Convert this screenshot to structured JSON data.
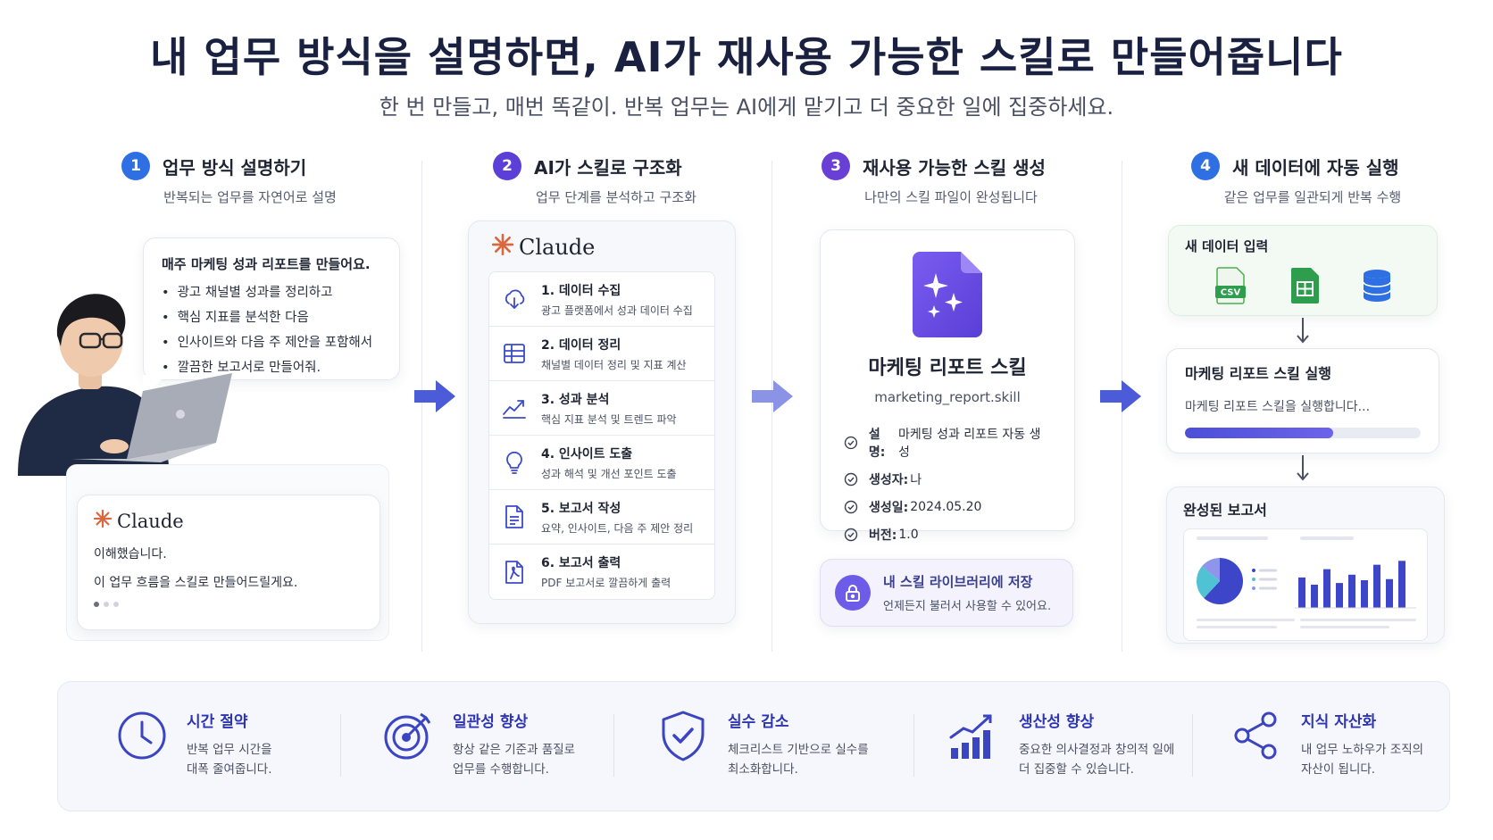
{
  "header": {
    "title": "내 업무 방식을 설명하면, AI가 재사용 가능한 스킬로 만들어줍니다",
    "subtitle": "한 번 만들고, 매번 똑같이. 반복 업무는 AI에게 맡기고 더 중요한 일에 집중하세요."
  },
  "steps": [
    {
      "num": "1",
      "title": "업무 방식 설명하기",
      "sub": "반복되는 업무를 자연어로 설명",
      "color": "#2f6fe4"
    },
    {
      "num": "2",
      "title": "AI가 스킬로 구조화",
      "sub": "업무 단계를 분석하고 구조화",
      "color": "#5b3fd6"
    },
    {
      "num": "3",
      "title": "재사용 가능한 스킬 생성",
      "sub": "나만의 스킬 파일이 완성됩니다",
      "color": "#6a3fd6"
    },
    {
      "num": "4",
      "title": "새 데이터에 자동 실행",
      "sub": "같은 업무를 일관되게 반복 수행",
      "color": "#2f6fe4"
    }
  ],
  "request": {
    "heading": "매주 마케팅 성과 리포트를 만들어요.",
    "items": [
      "광고 채널별 성과를 정리하고",
      "핵심 지표를 분석한 다음",
      "인사이트와 다음 주 제안을 포함해서",
      "깔끔한 보고서로 만들어줘."
    ]
  },
  "claude_reply": {
    "brand": "Claude",
    "line1": "이해했습니다.",
    "line2": "이 업무 흐름을 스킬로 만들어드릴게요."
  },
  "structure": {
    "brand": "Claude",
    "rows": [
      {
        "title": "1. 데이터 수집",
        "desc": "광고 플랫폼에서 성과 데이터 수집",
        "icon": "cloud-download-icon"
      },
      {
        "title": "2. 데이터 정리",
        "desc": "채널별 데이터 정리 및 지표 계산",
        "icon": "table-icon"
      },
      {
        "title": "3. 성과 분석",
        "desc": "핵심 지표 분석 및 트렌드 파악",
        "icon": "trend-icon"
      },
      {
        "title": "4. 인사이트 도출",
        "desc": "성과 해석 및 개선 포인트 도출",
        "icon": "lightbulb-icon"
      },
      {
        "title": "5. 보고서 작성",
        "desc": "요약, 인사이트, 다음 주 제안 정리",
        "icon": "document-icon"
      },
      {
        "title": "6. 보고서 출력",
        "desc": "PDF 보고서로 깔끔하게 출력",
        "icon": "pdf-icon"
      }
    ]
  },
  "skill": {
    "name": "마케팅 리포트 스킬",
    "file": "marketing_report.skill",
    "meta": [
      {
        "label": "설명:",
        "value": " 마케팅 성과 리포트 자동 생성"
      },
      {
        "label": "생성자:",
        "value": " 나"
      },
      {
        "label": "생성일:",
        "value": " 2024.05.20"
      },
      {
        "label": "버전:",
        "value": " 1.0"
      }
    ],
    "library_title": "내 스킬 라이브러리에 저장",
    "library_desc": "언제든지 불러서 사용할 수 있어요."
  },
  "execution": {
    "input_title": "새 데이터 입력",
    "csv_label": "CSV",
    "run_title": "마케팅 리포트 스킬 실행",
    "run_desc": "마케팅 리포트 스킬을 실행합니다...",
    "progress": 0.63,
    "report_title": "완성된 보고서",
    "pie": [
      0.62,
      0.24,
      0.14
    ],
    "bars": [
      0.55,
      0.42,
      0.7,
      0.45,
      0.6,
      0.5,
      0.78,
      0.52,
      0.85
    ]
  },
  "benefits": [
    {
      "title": "시간 절약",
      "desc1": "반복 업무 시간을",
      "desc2": "대폭 줄여줍니다.",
      "icon": "clock-icon"
    },
    {
      "title": "일관성 향상",
      "desc1": "항상 같은 기준과 품질로",
      "desc2": "업무를 수행합니다.",
      "icon": "target-icon"
    },
    {
      "title": "실수 감소",
      "desc1": "체크리스트 기반으로 실수를",
      "desc2": "최소화합니다.",
      "icon": "shield-check-icon"
    },
    {
      "title": "생산성 향상",
      "desc1": "중요한 의사결정과 창의적 일에",
      "desc2": "더 집중할 수 있습니다.",
      "icon": "growth-chart-icon"
    },
    {
      "title": "지식 자산화",
      "desc1": "내 업무 노하우가 조직의",
      "desc2": "자산이 됩니다.",
      "icon": "share-icon"
    }
  ],
  "colors": {
    "accent": "#4c4fd8",
    "purple": "#6c5ce7",
    "orange": "#d9673f"
  }
}
